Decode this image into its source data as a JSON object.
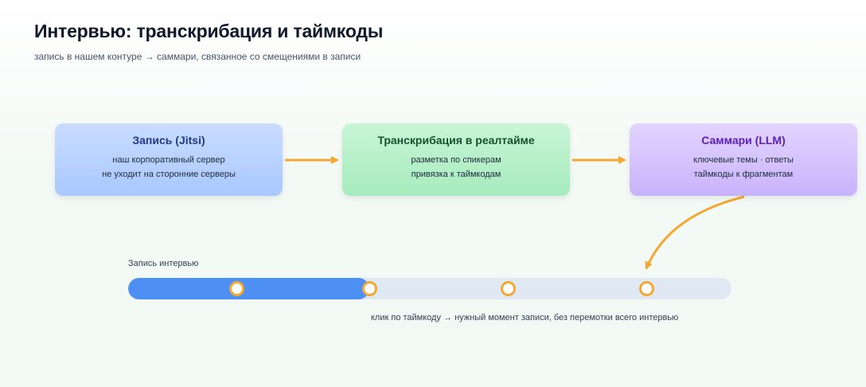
{
  "header": {
    "title": "Интервью: транскрибация и таймкоды",
    "subtitle": "запись в нашем контуре → саммари, связанное со смещениями в записи"
  },
  "steps": [
    {
      "title": "Запись (Jitsi)",
      "lines": [
        "наш корпоративный сервер",
        "не уходит на сторонние серверы"
      ]
    },
    {
      "title": "Транскрибация в реалтайме",
      "lines": [
        "разметка по спикерам",
        "привязка к таймкодам"
      ]
    },
    {
      "title": "Саммари (LLM)",
      "lines": [
        "ключевые темы · ответы",
        "таймкоды к фрагментам"
      ]
    }
  ],
  "timeline": {
    "label": "Запись интервью",
    "progress": 0.4,
    "markers": [
      0.18,
      0.4,
      0.63,
      0.86
    ],
    "footnote": "клик по таймкоду → нужный момент записи, без перемотки всего интервью"
  },
  "colors": {
    "arrow": "#f4a832",
    "progress": "#4e8ff4",
    "track": "#dfe8f3"
  }
}
